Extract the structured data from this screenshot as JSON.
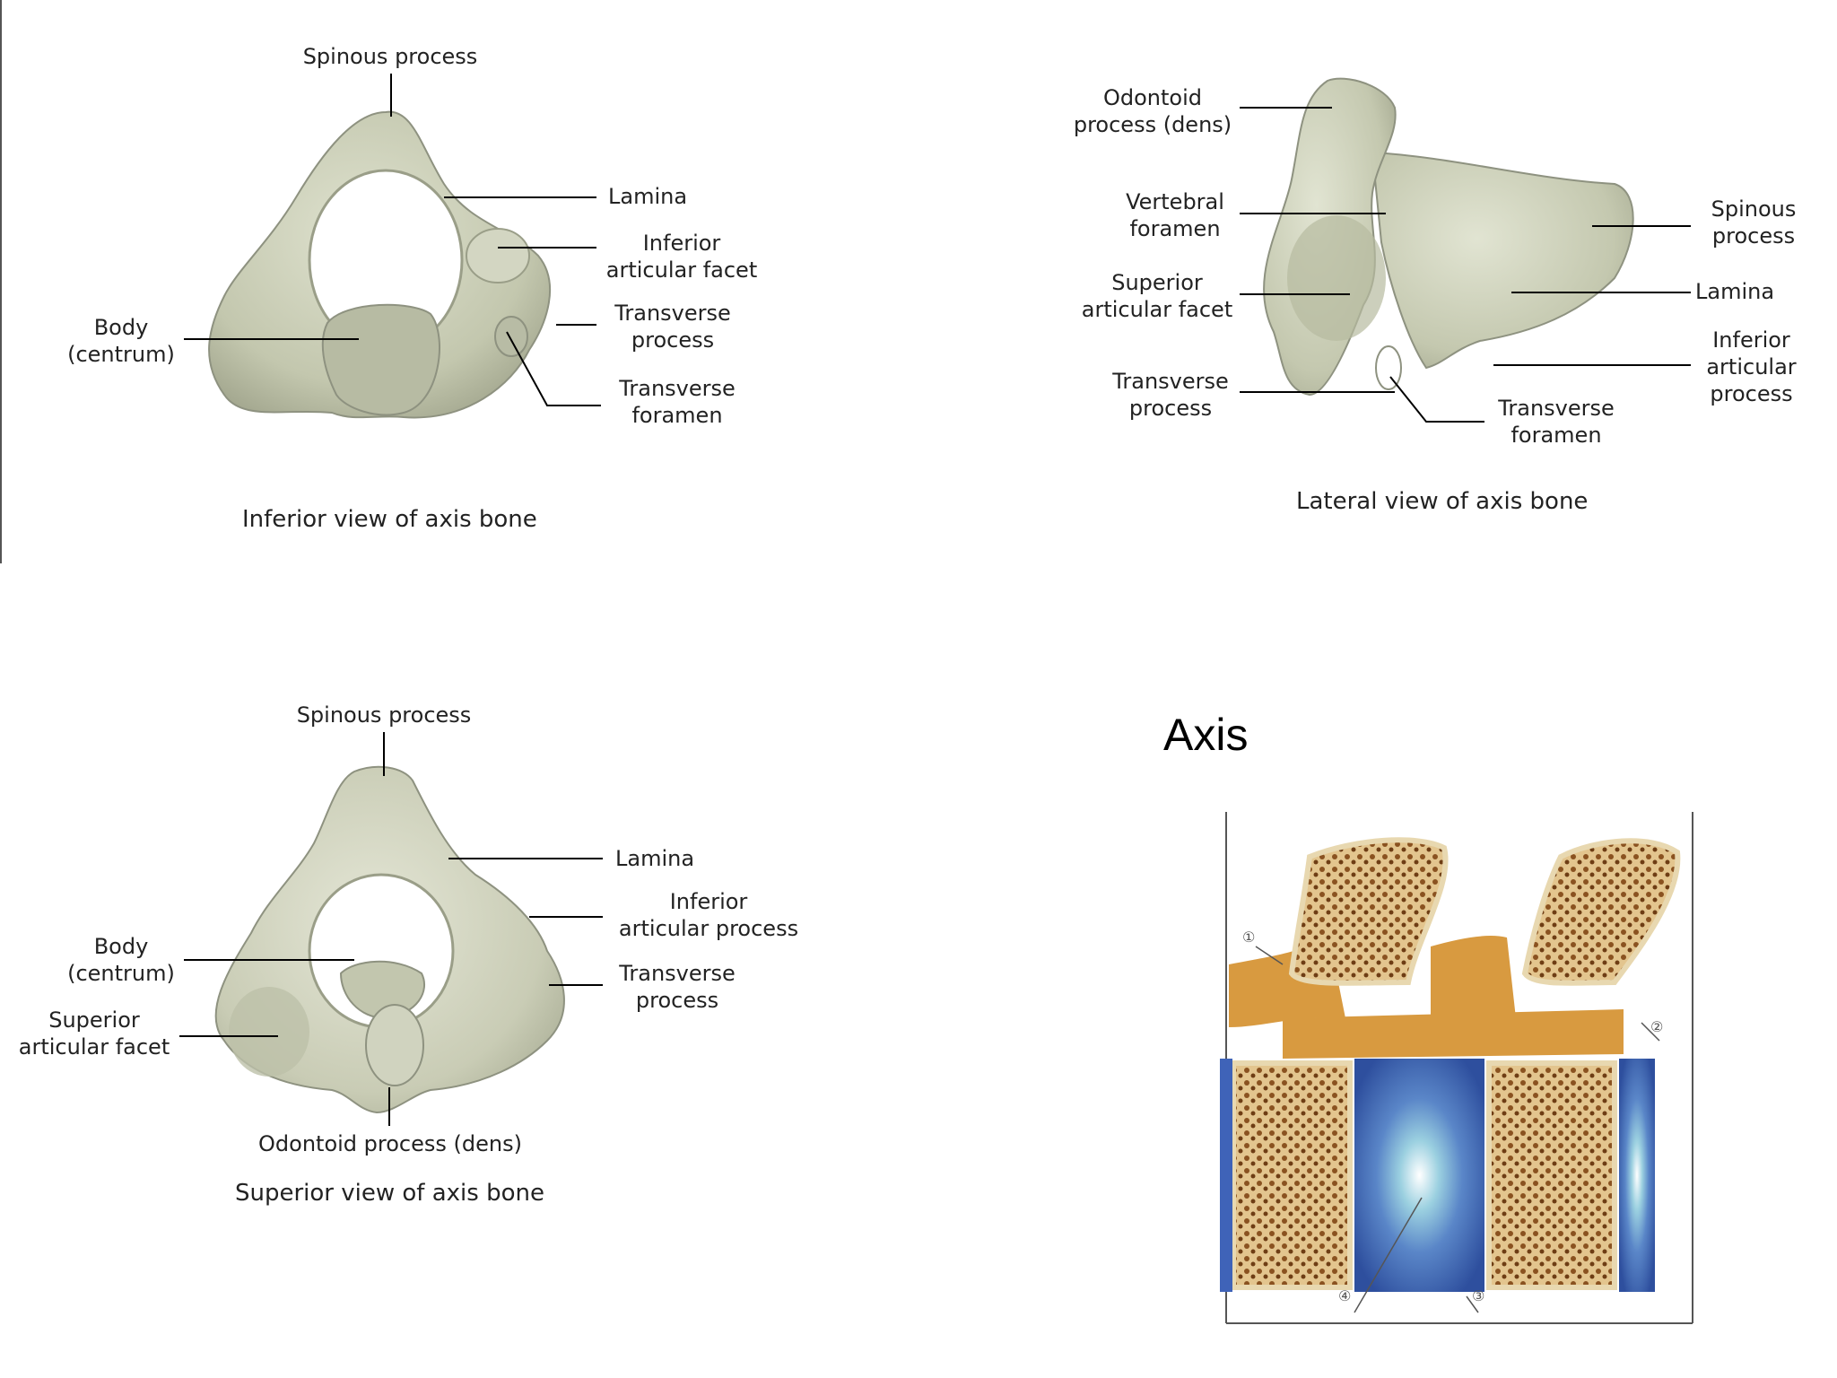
{
  "title": "Axis",
  "inferior_view": {
    "caption": "Inferior view of axis bone",
    "labels": {
      "spinous": "Spinous process",
      "lamina": "Lamina",
      "inferior_facet": "Inferior\narticular facet",
      "transverse_process": "Transverse\nprocess",
      "transverse_foramen": "Transverse\nforamen",
      "body": "Body\n(centrum)"
    }
  },
  "lateral_view": {
    "caption": "Lateral view of axis bone",
    "labels": {
      "dens": "Odontoid\nprocess (dens)",
      "vertebral_foramen": "Vertebral\nforamen",
      "superior_facet": "Superior\narticular facet",
      "transverse_process": "Transverse\nprocess",
      "transverse_foramen": "Transverse\nforamen",
      "spinous": "Spinous\nprocess",
      "lamina": "Lamina",
      "inferior_process": "Inferior\narticular\nprocess"
    }
  },
  "superior_view": {
    "caption": "Superior view of axis bone",
    "labels": {
      "spinous": "Spinous process",
      "lamina": "Lamina",
      "inferior_process": "Inferior\narticular process",
      "transverse_process": "Transverse\nprocess",
      "body": "Body\n(centrum)",
      "superior_facet": "Superior\narticular facet",
      "dens": "Odontoid process (dens)"
    }
  },
  "spine_section": {
    "markers": [
      "①",
      "②",
      "③",
      "④"
    ]
  },
  "colors": {
    "bone": "#c9cdb7",
    "bone_shadow": "#a9ad95",
    "cancellous": "#a0682a",
    "cortex": "#e8d8b0",
    "disc": "#3f63b8",
    "nucleus": "#8fc4d8",
    "ligament": "#d89a40"
  }
}
